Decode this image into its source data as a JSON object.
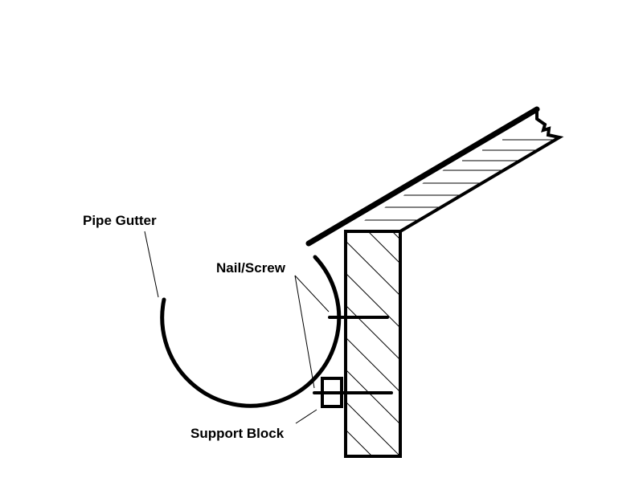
{
  "labels": {
    "pipe_gutter": "Pipe Gutter",
    "nail_screw": "Nail/Screw",
    "support_block": "Support Block"
  },
  "colors": {
    "stroke": "#000000",
    "background": "#ffffff"
  }
}
